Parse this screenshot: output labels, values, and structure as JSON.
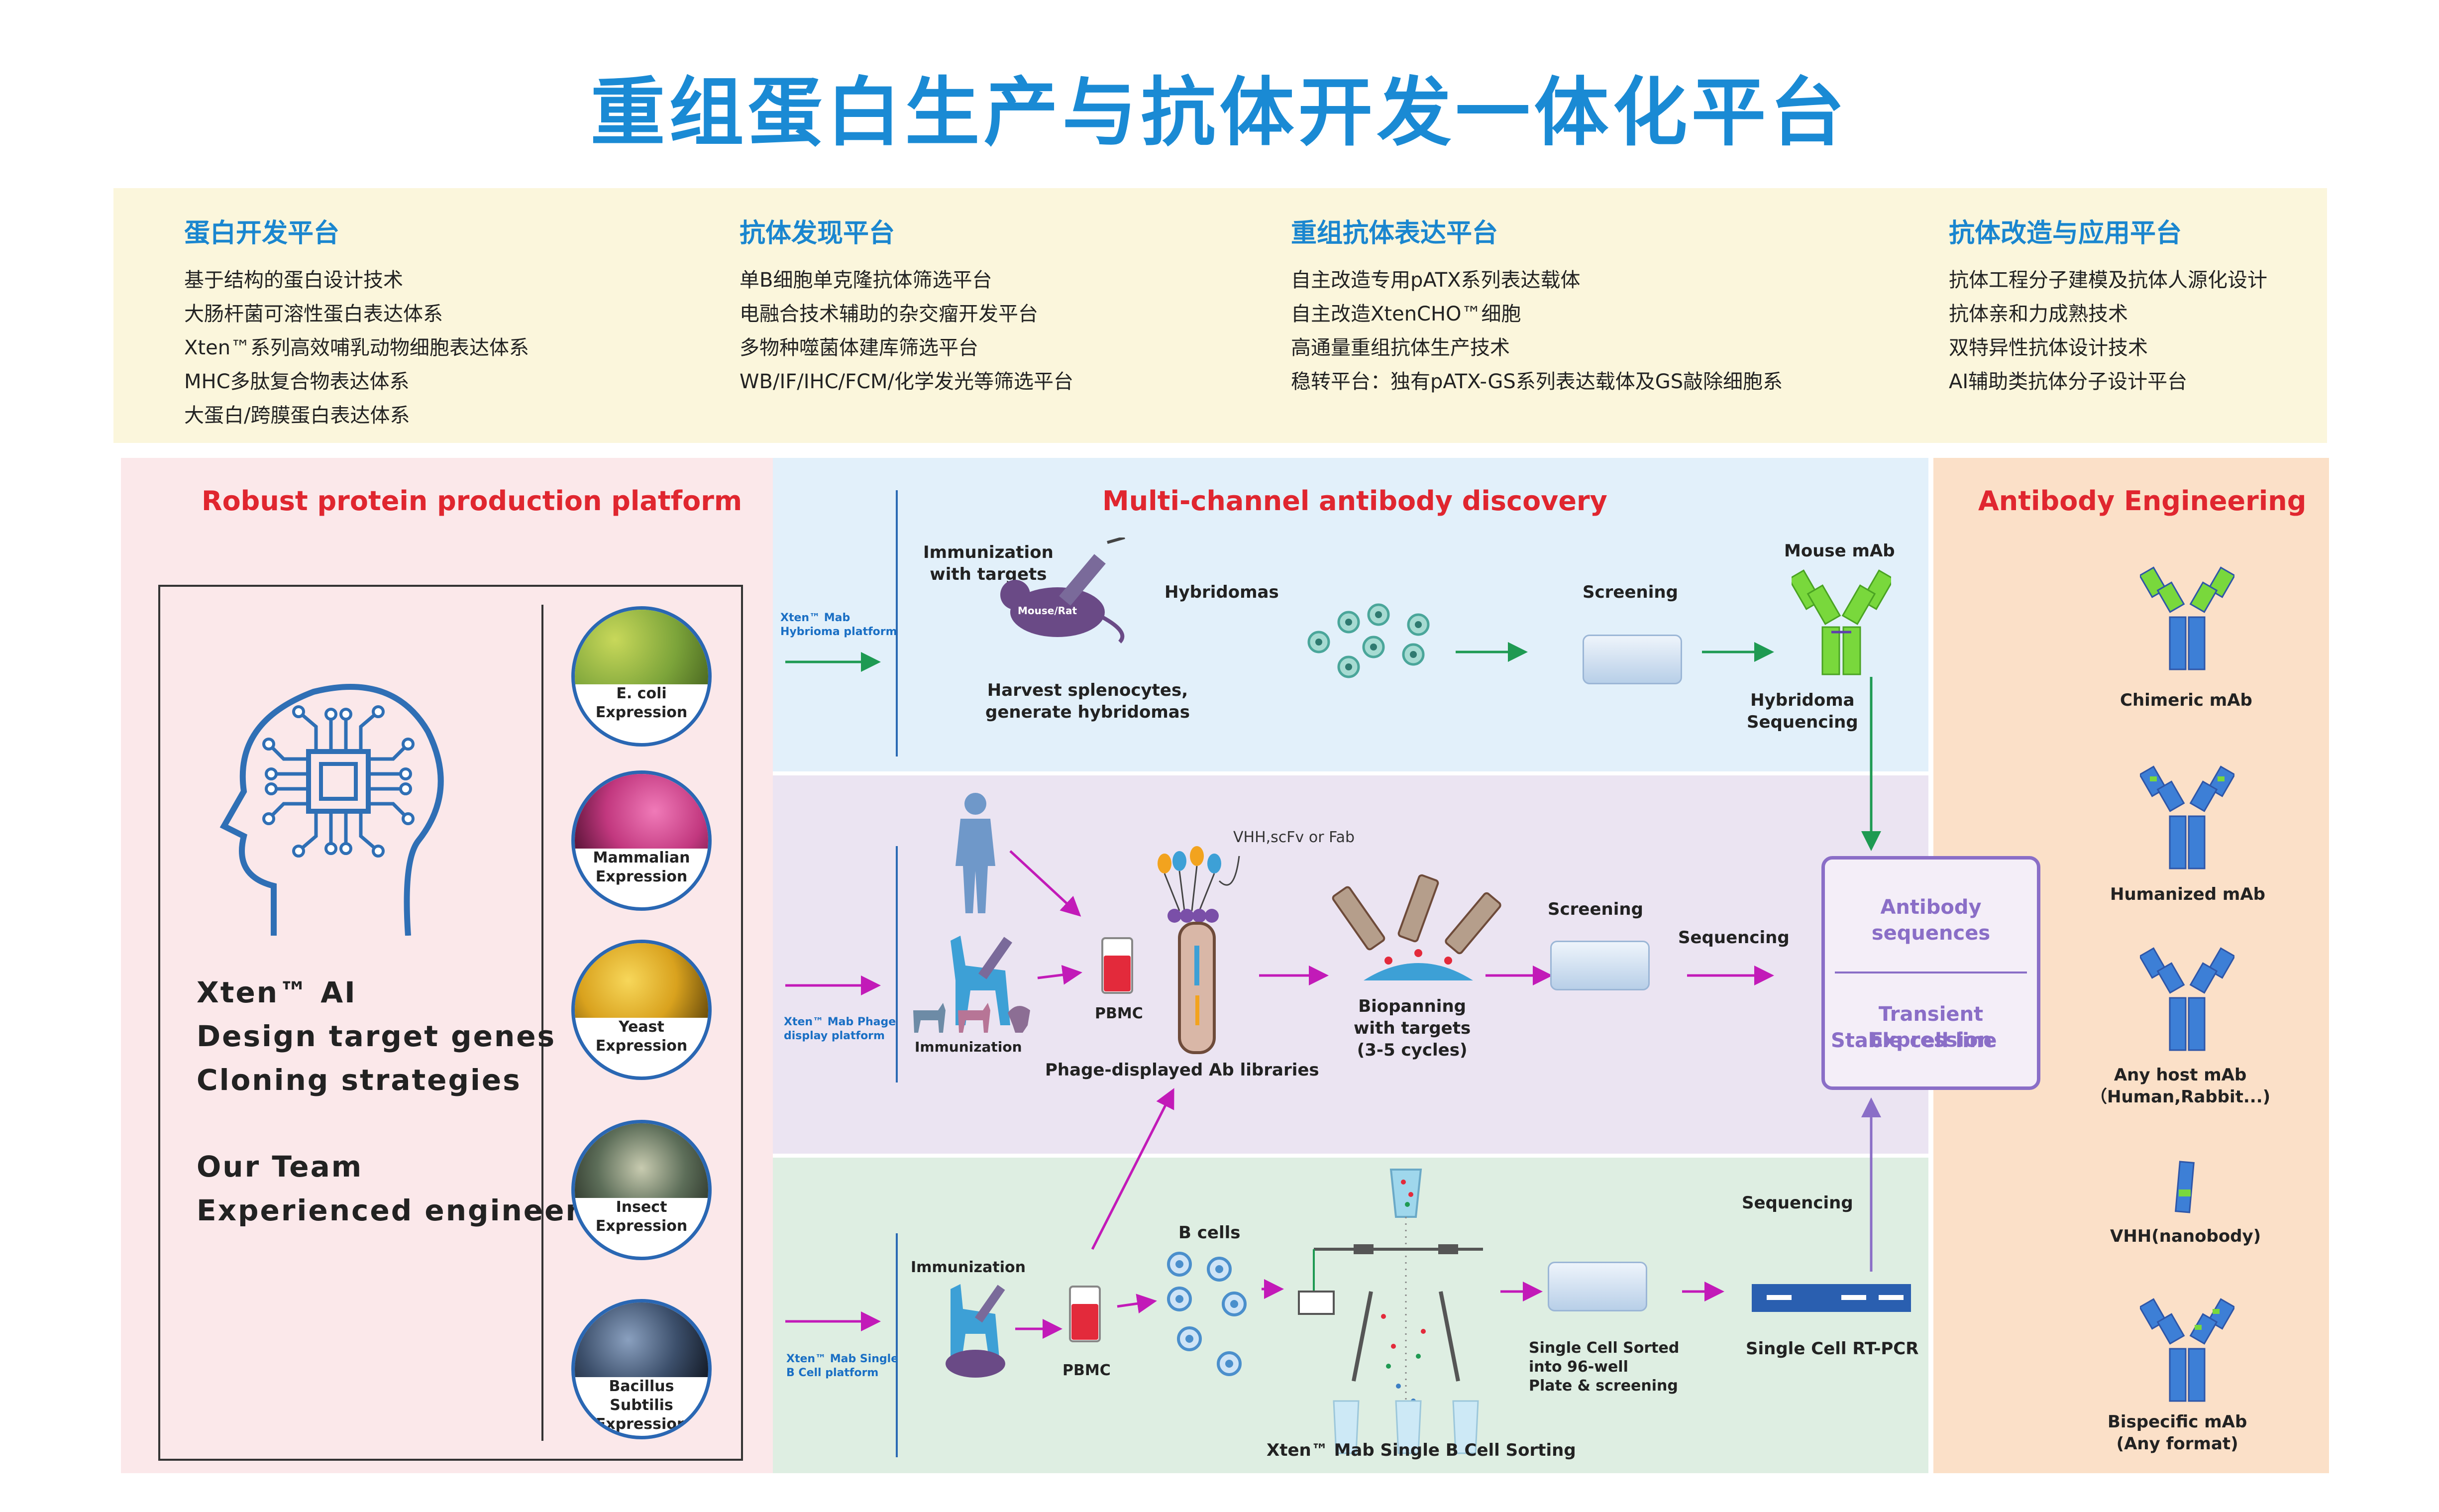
{
  "title": "重组蛋白生产与抗体开发一体化平台",
  "summary": [
    {
      "heading": "蛋白开发平台",
      "items": [
        "基于结构的蛋白设计技术",
        "大肠杆菌可溶性蛋白表达体系",
        "Xten™系列高效哺乳动物细胞表达体系",
        "MHC多肽复合物表达体系",
        "大蛋白/跨膜蛋白表达体系"
      ]
    },
    {
      "heading": "抗体发现平台",
      "items": [
        "单B细胞单克隆抗体筛选平台",
        "电融合技术辅助的杂交瘤开发平台",
        "多物种噬菌体建库筛选平台",
        "WB/IF/IHC/FCM/化学发光等筛选平台"
      ]
    },
    {
      "heading": "重组抗体表达平台",
      "items": [
        "自主改造专用pATX系列表达载体",
        "自主改造XtenCHO™细胞",
        "高通量重组抗体生产技术",
        "稳转平台：独有pATX-GS系列表达载体及GS敲除细胞系"
      ]
    },
    {
      "heading": "抗体改造与应用平台",
      "items": [
        "抗体工程分子建模及抗体人源化设计",
        "抗体亲和力成熟技术",
        "双特异性抗体设计技术",
        "AI辅助类抗体分子设计平台"
      ]
    }
  ],
  "left": {
    "title": "Robust protein production platform",
    "ai_lines": [
      "Xten™  AI",
      "Design target genes",
      "Cloning strategies"
    ],
    "team_lines": [
      "Our Team",
      "Experienced engineers"
    ],
    "systems": [
      {
        "line1": "E. coli",
        "line2": "Expression",
        "color": "#7ca43a"
      },
      {
        "line1": "Mammalian",
        "line2": "Expression",
        "color": "#c2387f"
      },
      {
        "line1": "Yeast",
        "line2": "Expression",
        "color": "#d9a21e"
      },
      {
        "line1": "Insect",
        "line2": "Expression",
        "color": "#5d6e59"
      },
      {
        "line1": "Bacillus Subtilis",
        "line2": "Expression",
        "color": "#3c4f6b"
      }
    ]
  },
  "middle": {
    "title": "Multi-channel antibody discovery",
    "hyb": {
      "platform1": "Xten™ Mab",
      "platform2": "Hybrioma platform",
      "immun1": "Immunization",
      "immun2": "with targets",
      "mouse": "Mouse/Rat",
      "harvest1": "Harvest splenocytes,",
      "harvest2": "generate hybridomas",
      "hybridomas": "Hybridomas",
      "screening": "Screening",
      "mouse_mab": "Mouse mAb",
      "seq1": "Hybridoma",
      "seq2": "Sequencing"
    },
    "phage": {
      "platform1": "Xten™ Mab Phage",
      "platform2": "display platform",
      "immunization": "Immunization",
      "pbmc": "PBMC",
      "vhh": "VHH,scFv or Fab",
      "libraries": "Phage-displayed Ab libraries",
      "bio1": "Biopanning",
      "bio2": "with targets",
      "bio3": "(3-5 cycles)",
      "screening": "Screening",
      "sequencing": "Sequencing"
    },
    "bcell": {
      "platform1": "Xten™ Mab Single",
      "platform2": "B Cell platform",
      "immunization": "Immunization",
      "pbmc": "PBMC",
      "bcells": "B cells",
      "sorted1": "Single Cell Sorted",
      "sorted2": "into 96-well",
      "sorted3": "Plate & screening",
      "rtpcr": "Single Cell RT-PCR",
      "sequencing": "Sequencing",
      "sorting": "Xten™ Mab Single B Cell  Sorting"
    },
    "seqbox": {
      "line1": "Antibody sequences",
      "line2": "Transient Expression",
      "line3": "Stable cell line"
    }
  },
  "right": {
    "title": "Antibody  Engineering",
    "formats": [
      {
        "line1": "Chimeric mAb",
        "line2": ""
      },
      {
        "line1": "Humanized mAb",
        "line2": ""
      },
      {
        "line1": "Any host mAb",
        "line2": "（Human,Rabbit...)"
      },
      {
        "line1": "VHH(nanobody)",
        "line2": ""
      },
      {
        "line1": "Bispecific mAb",
        "line2": "(Any format)"
      }
    ]
  },
  "colors": {
    "title": "#1a8ad4",
    "red": "#e0262f",
    "green": "#1e9a52",
    "magenta": "#c21ab8",
    "purple": "#8a6ec7",
    "blue": "#2b6ab4"
  }
}
